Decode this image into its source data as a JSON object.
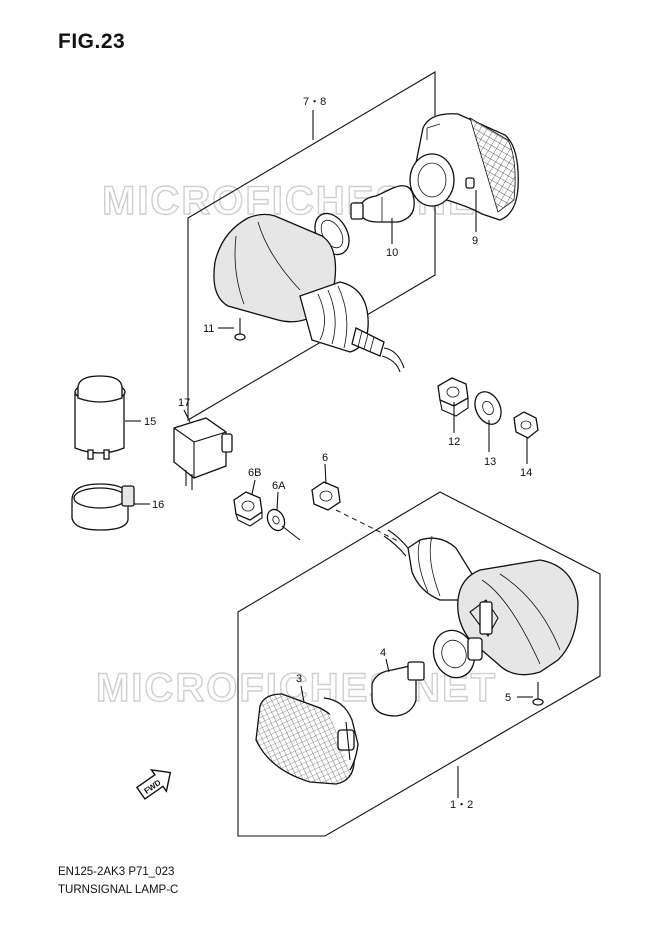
{
  "figure": {
    "title": "FIG.23",
    "model_code": "EN125-2AK3 P71_023",
    "part_name": "TURNSIGNAL LAMP-C"
  },
  "watermark": {
    "text": "MICROFICHES.NET"
  },
  "callouts": [
    {
      "id": "7-8",
      "label": "7・8"
    },
    {
      "id": "9",
      "label": "9"
    },
    {
      "id": "10",
      "label": "10"
    },
    {
      "id": "11",
      "label": "11"
    },
    {
      "id": "12",
      "label": "12"
    },
    {
      "id": "13",
      "label": "13"
    },
    {
      "id": "14",
      "label": "14"
    },
    {
      "id": "15",
      "label": "15"
    },
    {
      "id": "16",
      "label": "16"
    },
    {
      "id": "17",
      "label": "17"
    },
    {
      "id": "6B",
      "label": "6B"
    },
    {
      "id": "6A",
      "label": "6A"
    },
    {
      "id": "6",
      "label": "6"
    },
    {
      "id": "4",
      "label": "4"
    },
    {
      "id": "5",
      "label": "5"
    },
    {
      "id": "3",
      "label": "3"
    },
    {
      "id": "1-2",
      "label": "1・2"
    }
  ],
  "direction_marker": {
    "label": "FWD",
    "icon": "arrow-fwd-icon"
  },
  "colors": {
    "line": "#111111",
    "watermark": "#cfcfcf",
    "background": "#ffffff"
  }
}
